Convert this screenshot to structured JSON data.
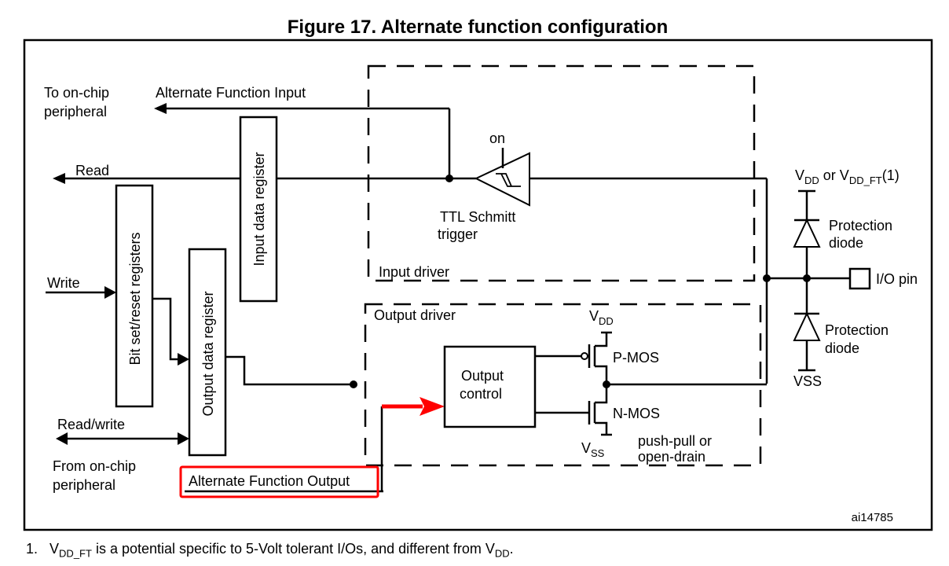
{
  "figure": {
    "title": "Figure 17. Alternate function configuration",
    "id_label": "ai14785"
  },
  "left_side": {
    "to_peripheral_line1": "To on-chip",
    "to_peripheral_line2": "peripheral",
    "alt_func_input": "Alternate Function Input",
    "read": "Read",
    "write": "Write",
    "read_write": "Read/write",
    "from_peripheral_line1": "From on-chip",
    "from_peripheral_line2": "peripheral",
    "alt_func_output": "Alternate Function Output"
  },
  "registers": {
    "input_data": "Input data register",
    "bit_set_reset": "Bit set/reset registers",
    "output_data": "Output data register"
  },
  "input_driver": {
    "label": "Input driver",
    "schmitt_on": "on",
    "schmitt_line1": "TTL Schmitt",
    "schmitt_line2": "trigger"
  },
  "output_driver": {
    "label": "Output driver",
    "control_line1": "Output",
    "control_line2": "control",
    "vdd_main": "V",
    "vdd_sub": "DD",
    "vss_main": "V",
    "vss_sub": "SS",
    "pmos": "P-MOS",
    "nmos": "N-MOS",
    "mode_line1": "push-pull or",
    "mode_line2": "open-drain"
  },
  "pin_side": {
    "supply_v1": "V",
    "supply_sub1": "DD",
    "supply_or": " or V",
    "supply_sub2": "DD_FT",
    "supply_ref": "(1)",
    "diode_top_line1": "Protection",
    "diode_top_line2": "diode",
    "diode_bottom_line1": "Protection",
    "diode_bottom_line2": "diode",
    "vss": "VSS",
    "io_pin": "I/O pin"
  },
  "footnote": {
    "number": "1.",
    "v1": "V",
    "sub1": "DD_FT",
    "text": " is a potential specific to 5-Volt tolerant I/Os, and different from V",
    "sub2": "DD",
    "end": "."
  },
  "colors": {
    "highlight": "#ff0000",
    "line": "#000000"
  }
}
